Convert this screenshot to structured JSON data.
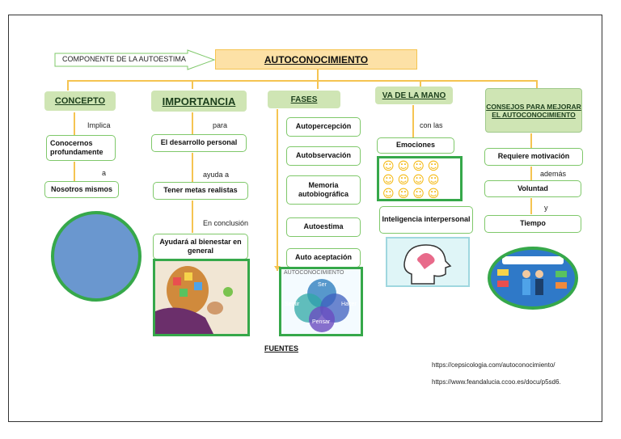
{
  "top": {
    "component_label": "COMPONENTE DE LA AUTOESTIMA",
    "main_title": "AUTOCONOCIMIENTO"
  },
  "concepto": {
    "header": "CONCEPTO",
    "conn1": "Implica",
    "box1": "Conocernos profundamente",
    "conn2": "a",
    "box2": "Nosotros mismos"
  },
  "importancia": {
    "header": "IMPORTANCIA",
    "conn1": "para",
    "box1": "El desarrollo personal",
    "conn2": "ayuda a",
    "box2": "Tener metas realistas",
    "conn3": "En conclusión",
    "box3": "Ayudará al bienestar en general"
  },
  "fases": {
    "header": "FASES",
    "items": [
      "Autopercepción",
      "Autobservación",
      "Memoria autobiográfica",
      "Autoestima",
      "Auto aceptación"
    ],
    "diagram_title": "AUTOCONOCIMIENTO",
    "diagram_labels": [
      "Ser",
      "Sentir",
      "Hacer",
      "Pensar"
    ]
  },
  "va_de_la_mano": {
    "header": "VA DE LA MANO",
    "conn1": "con las",
    "box1": "Emociones",
    "box2": "Inteligencia interpersonal"
  },
  "consejos": {
    "header": "CONSEJOS PARA MEJORAR EL AUTOCONOCIMIENTO",
    "box1": "Requiere motivación",
    "conn1": "además",
    "box2": "Voluntad",
    "conn2": "y",
    "box3": "Tiempo"
  },
  "fuentes": {
    "label": "FUENTES",
    "links": [
      "https://cepsicologia.com/autoconocimiento/",
      "https://www.feandalucia.ccoo.es/docu/p5sd6."
    ]
  },
  "colors": {
    "accent_yellow": "#f5c451",
    "header_green": "#cfe5b4",
    "border_green": "#36a84a",
    "title_fill": "#fde1a6",
    "circle_blue": "#6a97cf"
  }
}
